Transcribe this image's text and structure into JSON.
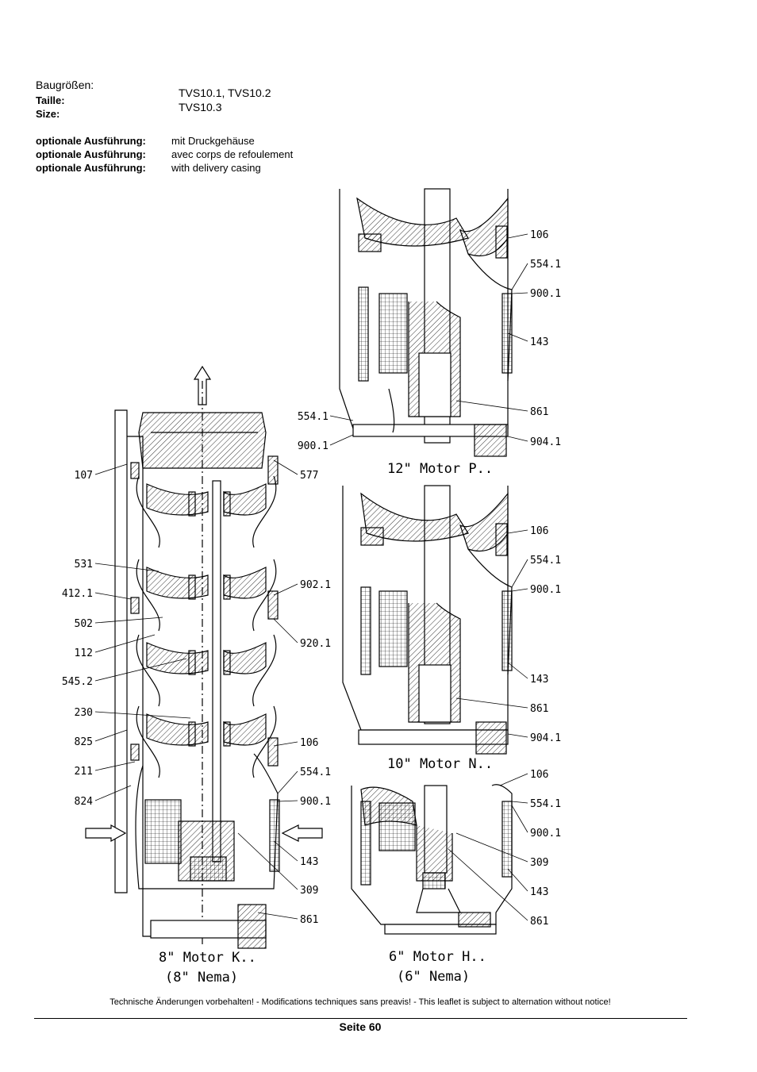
{
  "header": {
    "size_labels": [
      "Baugrößen:",
      "Taille:",
      "Size:"
    ],
    "size_values": [
      "TVS10.1, TVS10.2",
      "TVS10.3"
    ],
    "options": [
      {
        "label": "optionale Ausführung:",
        "value": "mit Druckgehäuse"
      },
      {
        "label": "optionale Ausführung:",
        "value": "avec corps de refoulement"
      },
      {
        "label": "optionale Ausführung:",
        "value": "with delivery casing"
      }
    ]
  },
  "diagram": {
    "views": [
      {
        "id": "motor-8",
        "caption": [
          "8\" Motor K..",
          "(8\" Nema)"
        ],
        "callouts_left": [
          "107",
          "531",
          "412.1",
          "502",
          "112",
          "545.2",
          "230",
          "825",
          "211",
          "824"
        ],
        "callouts_right": [
          "577",
          "902.1",
          "920.1",
          "106",
          "554.1",
          "900.1",
          "143",
          "309",
          "861"
        ]
      },
      {
        "id": "motor-12",
        "caption": [
          "12\" Motor P.."
        ],
        "callouts_left": [
          "554.1",
          "900.1"
        ],
        "callouts_right": [
          "106",
          "554.1",
          "900.1",
          "143",
          "861",
          "904.1"
        ]
      },
      {
        "id": "motor-10",
        "caption": [
          "10\" Motor N.."
        ],
        "callouts_right": [
          "106",
          "554.1",
          "900.1",
          "143",
          "861",
          "904.1"
        ]
      },
      {
        "id": "motor-6",
        "caption": [
          "6\" Motor H..",
          "(6\" Nema)"
        ],
        "callouts_right": [
          "106",
          "554.1",
          "900.1",
          "309",
          "143",
          "861"
        ]
      }
    ]
  },
  "footer": {
    "note": "Technische Änderungen vorbehalten! - Modifications techniques sans preavis! - This leaflet is subject to alternation without notice!",
    "page": "Seite 60"
  }
}
